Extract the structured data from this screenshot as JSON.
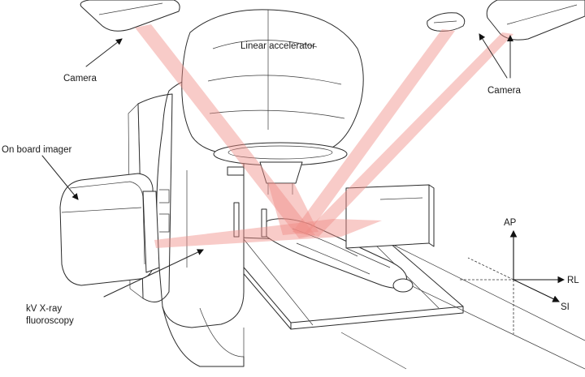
{
  "diagram": {
    "labels": {
      "camera_left": "Camera",
      "camera_right": "Camera",
      "linac": "Linear accelerator",
      "obi": "On board imager",
      "kv": "kV X-ray",
      "fluoro": "fluoroscopy"
    },
    "axes": {
      "ap": "AP",
      "rl": "RL",
      "si": "SI"
    },
    "colors": {
      "beam": "#f08b86",
      "line": "#2a2a2a"
    }
  }
}
